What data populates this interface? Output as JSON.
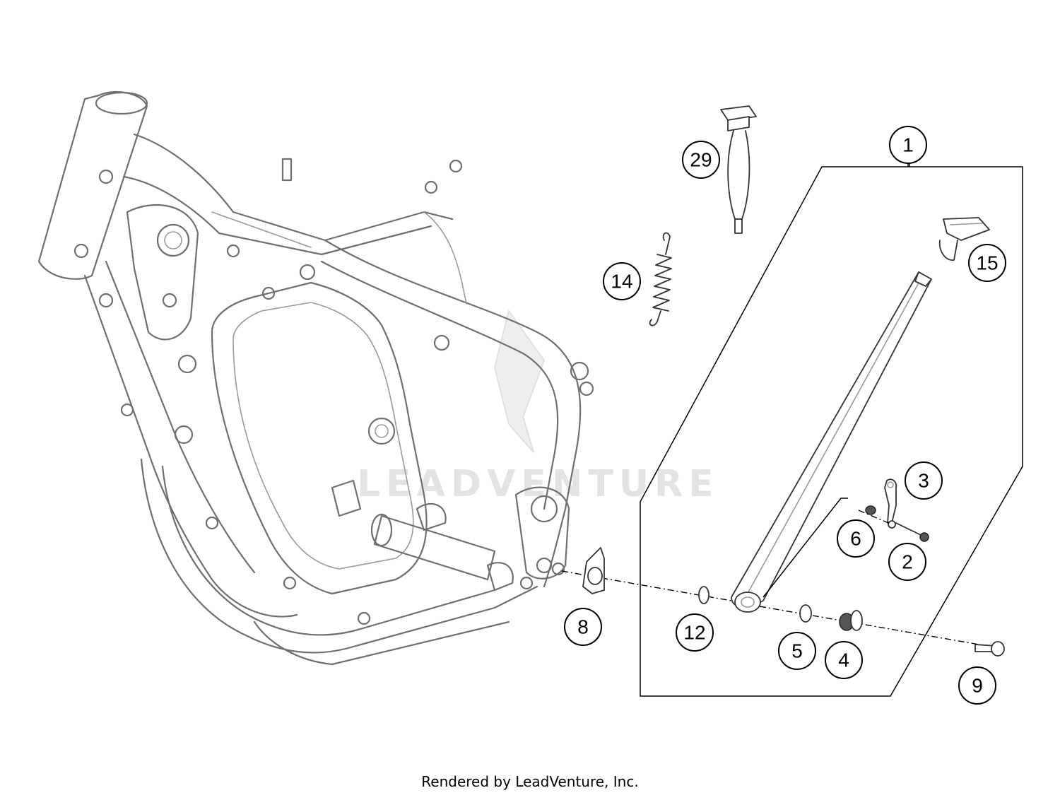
{
  "diagram": {
    "callouts": [
      {
        "id": "1",
        "label": "1"
      },
      {
        "id": "2",
        "label": "2"
      },
      {
        "id": "3",
        "label": "3"
      },
      {
        "id": "4",
        "label": "4"
      },
      {
        "id": "5",
        "label": "5"
      },
      {
        "id": "6",
        "label": "6"
      },
      {
        "id": "8",
        "label": "8"
      },
      {
        "id": "9",
        "label": "9"
      },
      {
        "id": "12",
        "label": "12"
      },
      {
        "id": "14",
        "label": "14"
      },
      {
        "id": "15",
        "label": "15"
      },
      {
        "id": "29",
        "label": "29"
      }
    ],
    "watermark": "LEADVENTURE"
  },
  "footer": {
    "credit": "Rendered by LeadVenture, Inc."
  }
}
